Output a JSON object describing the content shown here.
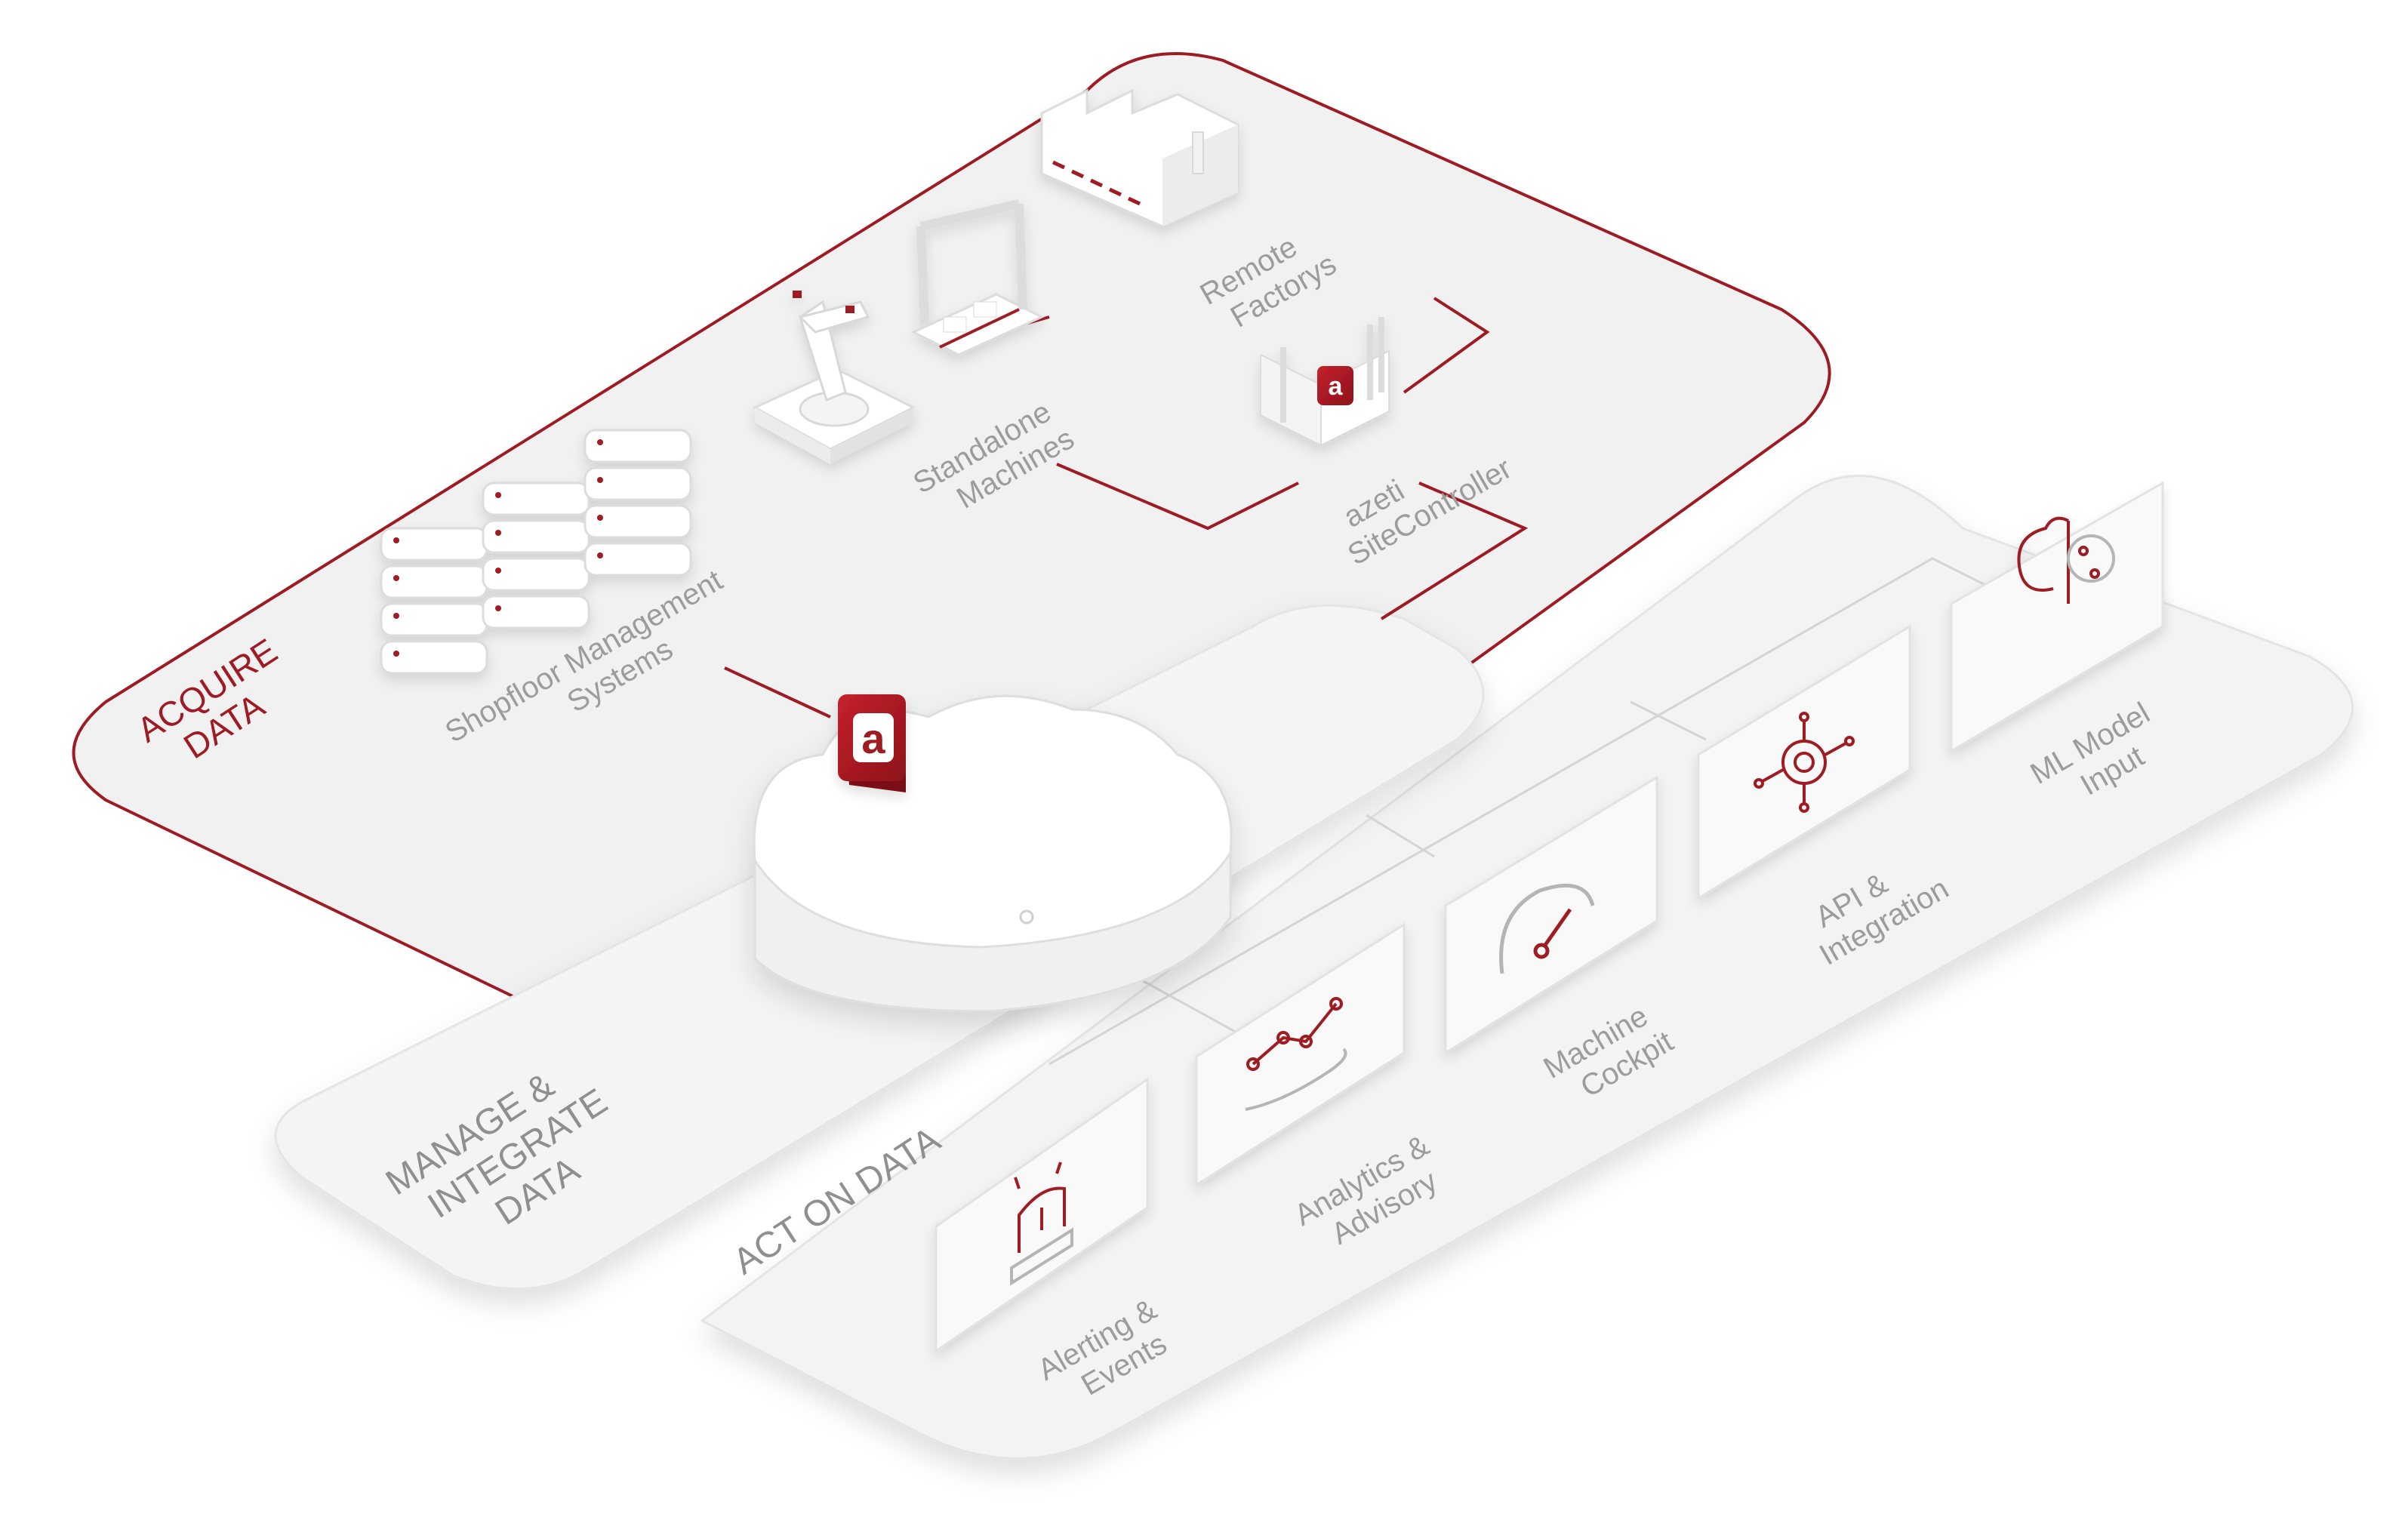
{
  "colors": {
    "accent": "#9e1b24",
    "plane": "#f2f2f2",
    "card": "#f7f7f7",
    "label": "#9c9c9c"
  },
  "planes": {
    "acquire": {
      "line1": "ACQUIRE",
      "line2": "DATA"
    },
    "manage": {
      "line1": "MANAGE &",
      "line2": "INTEGRATE",
      "line3": "DATA"
    },
    "act": {
      "label": "ACT ON DATA"
    }
  },
  "sources": {
    "shopfloor": {
      "line1": "Shopfloor Management",
      "line2": "Systems",
      "icon": "server-stack-icon"
    },
    "standalone": {
      "line1": "Standalone",
      "line2": "Machines",
      "icon": "robot-arm-icon"
    },
    "remote": {
      "line1": "Remote",
      "line2": "Factorys",
      "icon": "factory-icon"
    },
    "sitecontroller": {
      "line1": "azeti",
      "line2": "SiteController",
      "icon": "sitecontroller-device-icon"
    }
  },
  "cloud": {
    "logo_letter": "a",
    "icon": "cloud-icon"
  },
  "actions": [
    {
      "line1": "Alerting &",
      "line2": "Events",
      "icon": "alarm-light-icon"
    },
    {
      "line1": "Analytics &",
      "line2": "Advisory",
      "icon": "analytics-hand-icon"
    },
    {
      "line1": "Machine",
      "line2": "Cockpit",
      "icon": "gauge-icon"
    },
    {
      "line1": "API &",
      "line2": "Integration",
      "icon": "api-gear-icon"
    },
    {
      "line1": "ML Model",
      "line2": "Input",
      "icon": "brain-gear-icon"
    }
  ]
}
